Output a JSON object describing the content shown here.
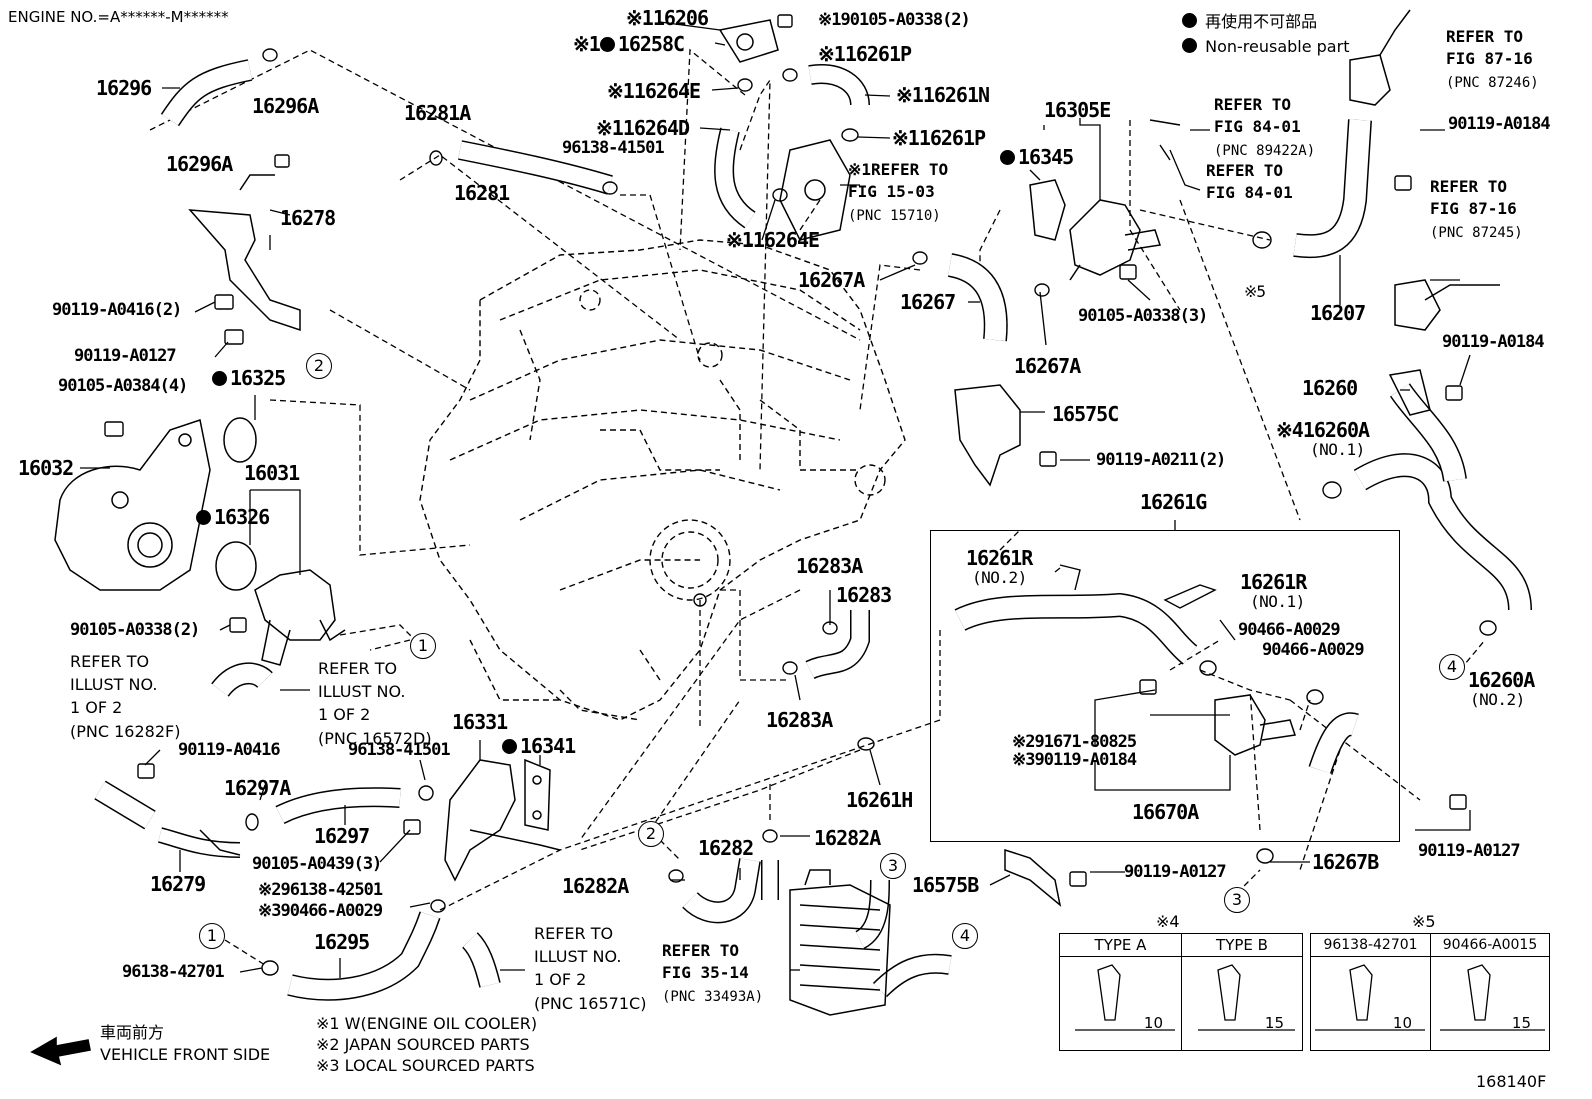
{
  "header": {
    "engine_no": "ENGINE NO.=A******-M******"
  },
  "legend": {
    "jp": "再使用不可部品",
    "en": "Non-reusable part"
  },
  "figure_no": "168140F",
  "front": {
    "jp": "車両前方",
    "en": "VEHICLE FRONT SIDE"
  },
  "notes": [
    "※1 W(ENGINE OIL COOLER)",
    "※2 JAPAN SOURCED PARTS",
    "※3 LOCAL SOURCED PARTS"
  ],
  "labels": {
    "l16296": "16296",
    "l16296A_a": "16296A",
    "l16296A_b": "16296A",
    "l16278": "16278",
    "l90119A0416_2": "90119-A0416(2)",
    "l90119A0127_a": "90119-A0127",
    "l90105A0384": "90105-A0384(4)",
    "l16325": "16325",
    "l16032": "16032",
    "l16031": "16031",
    "l16326": "16326",
    "l90105A0338_2": "90105-A0338(2)",
    "l16281A": "16281A",
    "l16281": "16281",
    "l96138_41501_a": "96138-41501",
    "l16206": "16206",
    "l16258C": "16258C",
    "l16264E_a": "16264E",
    "l16264D": "16264D",
    "l16264E_b": "16264E",
    "l90105A0338_2b": "90105-A0338(2)",
    "l16261P_a": "16261P",
    "l16261N": "16261N",
    "l16261P_b": "16261P",
    "l16305E": "16305E",
    "l16345": "16345",
    "l16267A_a": "16267A",
    "l16267": "16267",
    "l16267A_b": "16267A",
    "l90105A0338_3": "90105-A0338(3)",
    "l16207": "16207",
    "l90119A0184_a": "90119-A0184",
    "l90119A0184_b": "90119-A0184",
    "l16260": "16260",
    "l16260A_1": "16260A",
    "l16260A_1sub": "(NO.1)",
    "l16260A_2": "16260A",
    "l16260A_2sub": "(NO.2)",
    "l16575C": "16575C",
    "l90119A0211": "90119-A0211(2)",
    "l16261G": "16261G",
    "l16261R_2": "16261R",
    "l16261R_2sub": "(NO.2)",
    "l16261R_1": "16261R",
    "l16261R_1sub": "(NO.1)",
    "l90466A0029_a": "90466-A0029",
    "l90466A0029_b": "90466-A0029",
    "l91671": "91671-80825",
    "l90119A0184_c": "90119-A0184",
    "l16670A": "16670A",
    "l16283A_a": "16283A",
    "l16283": "16283",
    "l16283A_b": "16283A",
    "l16261H": "16261H",
    "l90119A0127_b": "90119-A0127",
    "l16267B": "16267B",
    "l90119A0127_c": "90119-A0127",
    "l16575B": "16575B",
    "l16331": "16331",
    "l16341": "16341",
    "l96138_41501_b": "96138-41501",
    "l90119A0416": "90119-A0416",
    "l16297A": "16297A",
    "l16297": "16297",
    "l16279": "16279",
    "l90105A0439": "90105-A0439(3)",
    "l96138_42501": "96138-42501",
    "l90466A0029_c": "90466-A0029",
    "l16282A_a": "16282A",
    "l16282": "16282",
    "l16282A_b": "16282A",
    "l16295": "16295",
    "l96138_42701": "96138-42701"
  },
  "refs": {
    "r1": {
      "lines": "REFER TO\nFIG 87-16",
      "pnc": "(PNC 87246)"
    },
    "r2": {
      "lines": "REFER TO\nFIG 87-16",
      "pnc": "(PNC 87245)"
    },
    "r3": {
      "lines": "REFER TO\nFIG 84-01",
      "pnc": "(PNC 89422A)"
    },
    "r4": {
      "lines": "REFER TO\nFIG 84-01",
      "pnc": ""
    },
    "r5": {
      "lines": "REFER TO\nFIG 15-03",
      "pnc": "(PNC 15710)"
    },
    "r6": {
      "lines": "REFER TO\nFIG 35-14",
      "pnc": "(PNC 33493A)"
    },
    "i1": "REFER TO\nILLUST NO.\n1 OF 2\n(PNC 16282F)",
    "i2": "REFER TO\nILLUST NO.\n1 OF 2\n(PNC 16572D)",
    "i3": "REFER TO\nILLUST NO.\n1 OF 2\n(PNC 16571C)"
  },
  "marks": {
    "k1": "※1",
    "k2": "※2",
    "k3": "※3",
    "k4": "※4",
    "k5": "※5"
  },
  "circles": {
    "c1": "1",
    "c2": "2",
    "c3": "3",
    "c4": "4"
  },
  "clip_tables": {
    "t4": {
      "mark": "※4",
      "headers": [
        "TYPE A",
        "TYPE B"
      ],
      "dims": [
        "10",
        "15"
      ]
    },
    "t5": {
      "mark": "※5",
      "headers": [
        "96138-42701",
        "90466-A0015"
      ],
      "dims": [
        "10",
        "15"
      ]
    }
  }
}
